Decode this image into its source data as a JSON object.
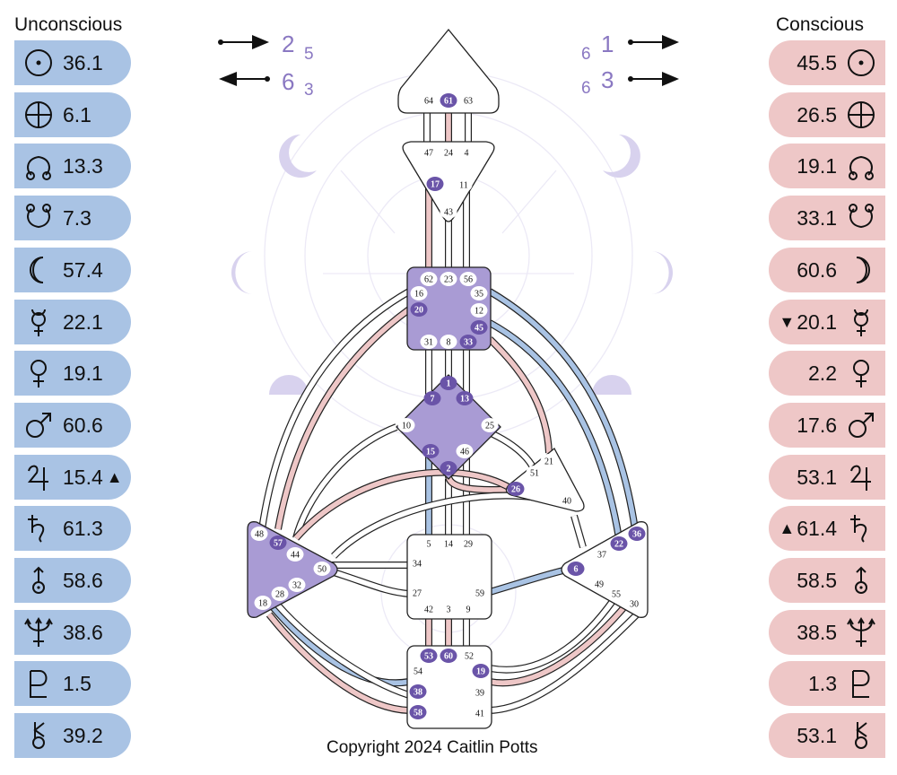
{
  "header": {
    "unconscious_title": "Unconscious",
    "conscious_title": "Conscious"
  },
  "colors": {
    "unconscious": "#a9c3e4",
    "conscious": "#eec7c7",
    "defined_center": "#a99bd4",
    "activated_gate": "#6a54a8",
    "arrow_text": "#8a78c2"
  },
  "unconscious": [
    {
      "icon": "sun-icon",
      "value": "36.1",
      "marker": ""
    },
    {
      "icon": "earth-icon",
      "value": "6.1",
      "marker": ""
    },
    {
      "icon": "north-node-icon",
      "value": "13.3",
      "marker": ""
    },
    {
      "icon": "south-node-icon",
      "value": "7.3",
      "marker": ""
    },
    {
      "icon": "moon-icon",
      "value": "57.4",
      "marker": ""
    },
    {
      "icon": "mercury-icon",
      "value": "22.1",
      "marker": ""
    },
    {
      "icon": "venus-icon",
      "value": "19.1",
      "marker": ""
    },
    {
      "icon": "mars-icon",
      "value": "60.6",
      "marker": ""
    },
    {
      "icon": "jupiter-icon",
      "value": "15.4",
      "marker": "▲"
    },
    {
      "icon": "saturn-icon",
      "value": "61.3",
      "marker": ""
    },
    {
      "icon": "uranus-icon",
      "value": "58.6",
      "marker": ""
    },
    {
      "icon": "neptune-icon",
      "value": "38.6",
      "marker": ""
    },
    {
      "icon": "pluto-icon",
      "value": "1.5",
      "marker": ""
    },
    {
      "icon": "chiron-icon",
      "value": "39.2",
      "marker": ""
    }
  ],
  "conscious": [
    {
      "icon": "sun-icon",
      "value": "45.5",
      "marker": ""
    },
    {
      "icon": "earth-icon",
      "value": "26.5",
      "marker": ""
    },
    {
      "icon": "north-node-icon",
      "value": "19.1",
      "marker": ""
    },
    {
      "icon": "south-node-icon",
      "value": "33.1",
      "marker": ""
    },
    {
      "icon": "moon-icon",
      "value": "60.6",
      "marker": ""
    },
    {
      "icon": "mercury-icon",
      "value": "20.1",
      "marker": "▼"
    },
    {
      "icon": "venus-icon",
      "value": "2.2",
      "marker": ""
    },
    {
      "icon": "mars-icon",
      "value": "17.6",
      "marker": ""
    },
    {
      "icon": "jupiter-icon",
      "value": "53.1",
      "marker": ""
    },
    {
      "icon": "saturn-icon",
      "value": "61.4",
      "marker": "▲"
    },
    {
      "icon": "uranus-icon",
      "value": "58.5",
      "marker": ""
    },
    {
      "icon": "neptune-icon",
      "value": "38.5",
      "marker": ""
    },
    {
      "icon": "pluto-icon",
      "value": "1.3",
      "marker": ""
    },
    {
      "icon": "chiron-icon",
      "value": "53.1",
      "marker": ""
    }
  ],
  "arrows": {
    "left_top": {
      "big": "2",
      "small": "5"
    },
    "left_bottom": {
      "big": "6",
      "small": "3"
    },
    "right_top": {
      "big": "1",
      "small": "6"
    },
    "right_bottom": {
      "big": "3",
      "small": "6"
    }
  },
  "gates": {
    "head": [
      "64",
      "61",
      "63"
    ],
    "ajna": [
      "47",
      "24",
      "4",
      "17",
      "11",
      "43"
    ],
    "throat": [
      "62",
      "23",
      "56",
      "16",
      "35",
      "20",
      "12",
      "45",
      "31",
      "8",
      "33"
    ],
    "g": [
      "1",
      "7",
      "13",
      "10",
      "25",
      "15",
      "46",
      "2"
    ],
    "ego": [
      "21",
      "51",
      "26",
      "40"
    ],
    "spleen": [
      "48",
      "57",
      "44",
      "50",
      "32",
      "28",
      "18"
    ],
    "sacral": [
      "5",
      "14",
      "29",
      "34",
      "27",
      "59",
      "42",
      "3",
      "9"
    ],
    "solar": [
      "36",
      "22",
      "37",
      "6",
      "49",
      "55",
      "30"
    ],
    "root": [
      "53",
      "60",
      "52",
      "54",
      "19",
      "38",
      "39",
      "58",
      "41"
    ]
  },
  "footer": {
    "copyright": "Copyright 2024 Caitlin Potts"
  }
}
